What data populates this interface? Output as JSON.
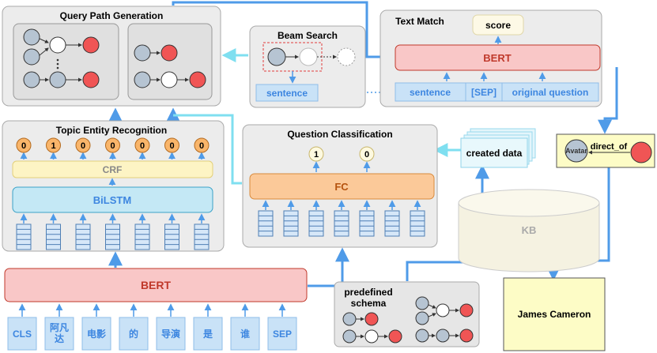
{
  "panels": {
    "query_path": "Query Path Generation",
    "beam_search": "Beam Search",
    "text_match": "Text Match",
    "topic_entity": "Topic Entity Recognition",
    "question_cls": "Question Classification"
  },
  "labels": {
    "score": "score",
    "bert_tm": "BERT",
    "sentence_beam": "sentence",
    "sentence_tm": "sentence",
    "sep": "[SEP]",
    "original_question": "original question",
    "crf": "CRF",
    "bilstm": "BiLSTM",
    "fc": "FC",
    "bert_main": "BERT",
    "created_data": "created data",
    "kb": "KB",
    "avatar": "Avatar",
    "direct_of": "direct_of",
    "predefined_schema": "predefined\nschema",
    "james_cameron": "James Cameron"
  },
  "ner_outputs": [
    "0",
    "1",
    "0",
    "0",
    "0",
    "0",
    "0"
  ],
  "qc_outputs": [
    "1",
    "0"
  ],
  "tokens": [
    "CLS",
    "阿凡\n达",
    "电影",
    "的",
    "导演",
    "是",
    "谁",
    "SEP"
  ],
  "colors": {
    "panel_bg": "#ececec",
    "arrow": "#4f9be8",
    "arrow_light": "#7fdff0",
    "bert_fill": "#f9c7c7",
    "bert_stroke": "#c0392b",
    "crf_fill": "#fdf4c4",
    "bilstm_fill": "#c4e8f5",
    "fc_fill": "#fbc999",
    "token_fill": "#c9e2f7",
    "token_text": "#3d86e0",
    "node_gray": "#b6c4d2",
    "node_red": "#f05555",
    "output_fill": "#f9b56a",
    "kb_fill": "#f5f2e1",
    "answer_fill": "#fdfcc6"
  }
}
